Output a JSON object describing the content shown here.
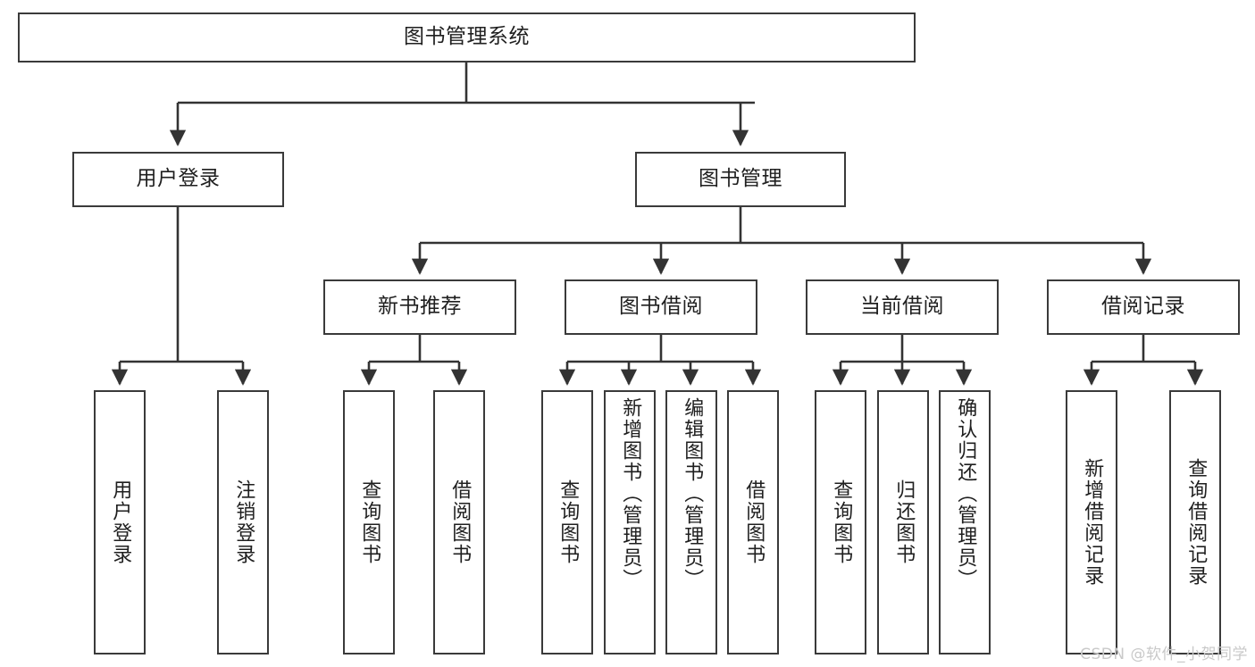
{
  "diagram": {
    "title": "图书管理系统",
    "watermark": "CSDN @软件_小贺同学",
    "type": "tree",
    "levels": {
      "root": "图书管理系统",
      "level2": [
        "用户登录",
        "图书管理"
      ],
      "level3": [
        "新书推荐",
        "图书借阅",
        "当前借阅",
        "借阅记录"
      ]
    },
    "nodes": {
      "root": {
        "label": "图书管理系统"
      },
      "user_login": {
        "label": "用户登录"
      },
      "book_manage": {
        "label": "图书管理"
      },
      "new_book_rec": {
        "label": "新书推荐"
      },
      "book_borrow": {
        "label": "图书借阅"
      },
      "current_borrow": {
        "label": "当前借阅"
      },
      "borrow_record": {
        "label": "借阅记录"
      },
      "leaf_user_login": {
        "label": "用户登录"
      },
      "leaf_logout": {
        "label": "注销登录"
      },
      "leaf_query_book_1": {
        "label": "查询图书"
      },
      "leaf_borrow_book_1": {
        "label": "借阅图书"
      },
      "leaf_query_book_2": {
        "label": "查询图书"
      },
      "leaf_add_book": {
        "label": "新增图书（管理员）"
      },
      "leaf_edit_book": {
        "label": "编辑图书（管理员）"
      },
      "leaf_borrow_book_2": {
        "label": "借阅图书"
      },
      "leaf_query_book_3": {
        "label": "查询图书"
      },
      "leaf_return_book": {
        "label": "归还图书"
      },
      "leaf_confirm_return": {
        "label": "确认归还（管理员）"
      },
      "leaf_add_record": {
        "label": "新增借阅记录"
      },
      "leaf_query_record": {
        "label": "查询借阅记录"
      }
    },
    "colors": {
      "border": "#3a3a3a",
      "fill": "#ffffff",
      "text": "#1f1f1f",
      "watermark": "#c9c9c9"
    }
  }
}
